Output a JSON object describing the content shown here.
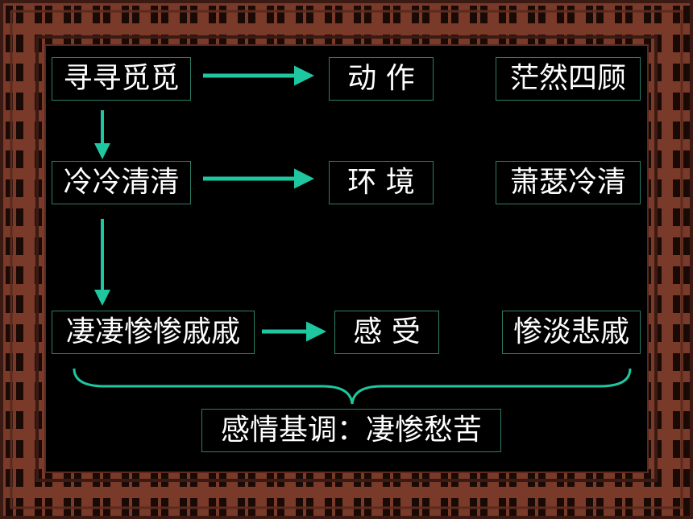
{
  "row1": {
    "term": "寻寻觅觅",
    "aspect": "动 作",
    "meaning": "茫然四顾"
  },
  "row2": {
    "term": "冷冷清清",
    "aspect": "环 境",
    "meaning": "萧瑟冷清"
  },
  "row3": {
    "term": "凄凄惨惨戚戚",
    "aspect": "感 受",
    "meaning": "惨淡悲戚"
  },
  "summary": "感情基调：凄惨愁苦",
  "colors": {
    "frame": "#7a3a2a",
    "frame_dark": "#3a1a12",
    "arrow": "#1fc7a0",
    "box_border": "#2e7d6a",
    "text": "#ffffff"
  }
}
